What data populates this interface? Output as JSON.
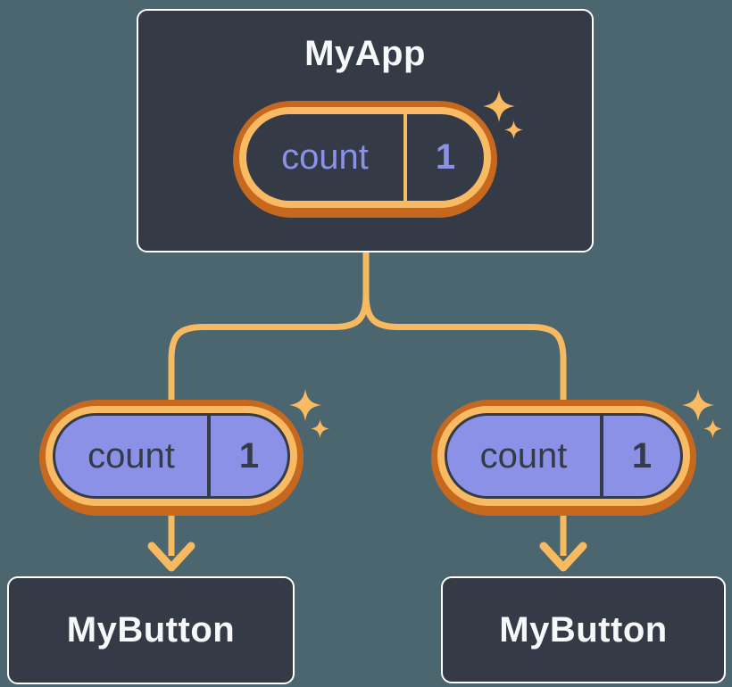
{
  "diagram": {
    "background_color": "#4C6670",
    "palette": {
      "box_fill": "#343A46",
      "box_border": "#FFFFFF",
      "orange_dark": "#C6681E",
      "orange_light": "#F8BA62",
      "connector": "#F7BA60",
      "lavender": "#8A91E6",
      "periwinkle_text": "#8A92E8",
      "navy_text": "#343A46",
      "title_text": "#F7F8FA"
    },
    "root": {
      "title": "MyApp",
      "state": {
        "label": "count",
        "value": "1"
      }
    },
    "children": [
      {
        "title": "MyButton",
        "state": {
          "label": "count",
          "value": "1"
        }
      },
      {
        "title": "MyButton",
        "state": {
          "label": "count",
          "value": "1"
        }
      }
    ]
  }
}
